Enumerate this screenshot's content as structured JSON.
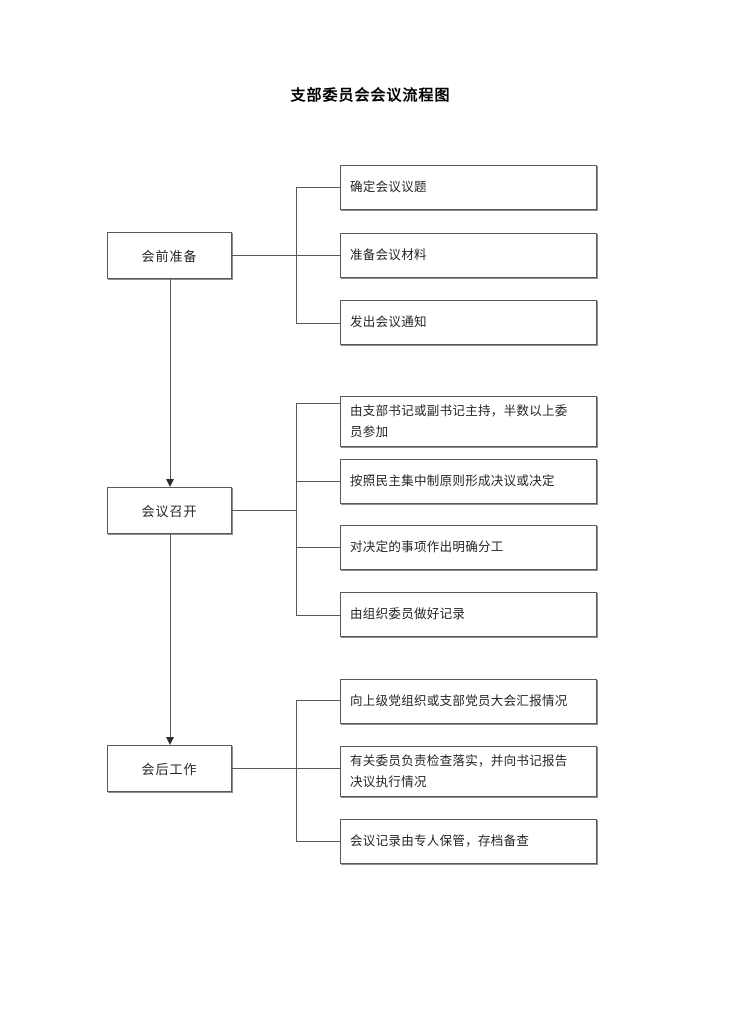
{
  "document": {
    "title": "支部委员会会议流程图"
  },
  "theme": {
    "background": "#ffffff",
    "box_border": "#59595b",
    "box_shadow": "#8d8d90",
    "text": "#262626",
    "title_text": "#000000",
    "connector": "#59595b",
    "arrow_head": "#2b2b2b"
  },
  "flow": {
    "stages": [
      {
        "id": "stage-pre-meeting",
        "label": "会前准备",
        "tasks": [
          {
            "id": "task-determine-topics",
            "label": "确定会议议题"
          },
          {
            "id": "task-prepare-materials",
            "label": "准备会议材料"
          },
          {
            "id": "task-send-notice",
            "label": "发出会议通知"
          }
        ]
      },
      {
        "id": "stage-hold-meeting",
        "label": "会议召开",
        "tasks": [
          {
            "id": "task-chaired-by-secretary",
            "label": "由支部书记或副书记主持，半数以上委\n员参加"
          },
          {
            "id": "task-democratic-centralism",
            "label": "按照民主集中制原则形成决议或决定"
          },
          {
            "id": "task-assign-duties",
            "label": "对决定的事项作出明确分工"
          },
          {
            "id": "task-record-by-organizer",
            "label": "由组织委员做好记录"
          }
        ]
      },
      {
        "id": "stage-post-meeting",
        "label": "会后工作",
        "tasks": [
          {
            "id": "task-report-to-upper",
            "label": "向上级党组织或支部党员大会汇报情况"
          },
          {
            "id": "task-check-implementation",
            "label": "有关委员负责检查落实，并向书记报告\n决议执行情况"
          },
          {
            "id": "task-archive-minutes",
            "label": "会议记录由专人保管，存档备查"
          }
        ]
      }
    ],
    "transitions": [
      {
        "id": "arrow-pre-to-hold",
        "from": "stage-pre-meeting",
        "to": "stage-hold-meeting"
      },
      {
        "id": "arrow-hold-to-post",
        "from": "stage-hold-meeting",
        "to": "stage-post-meeting"
      }
    ]
  }
}
